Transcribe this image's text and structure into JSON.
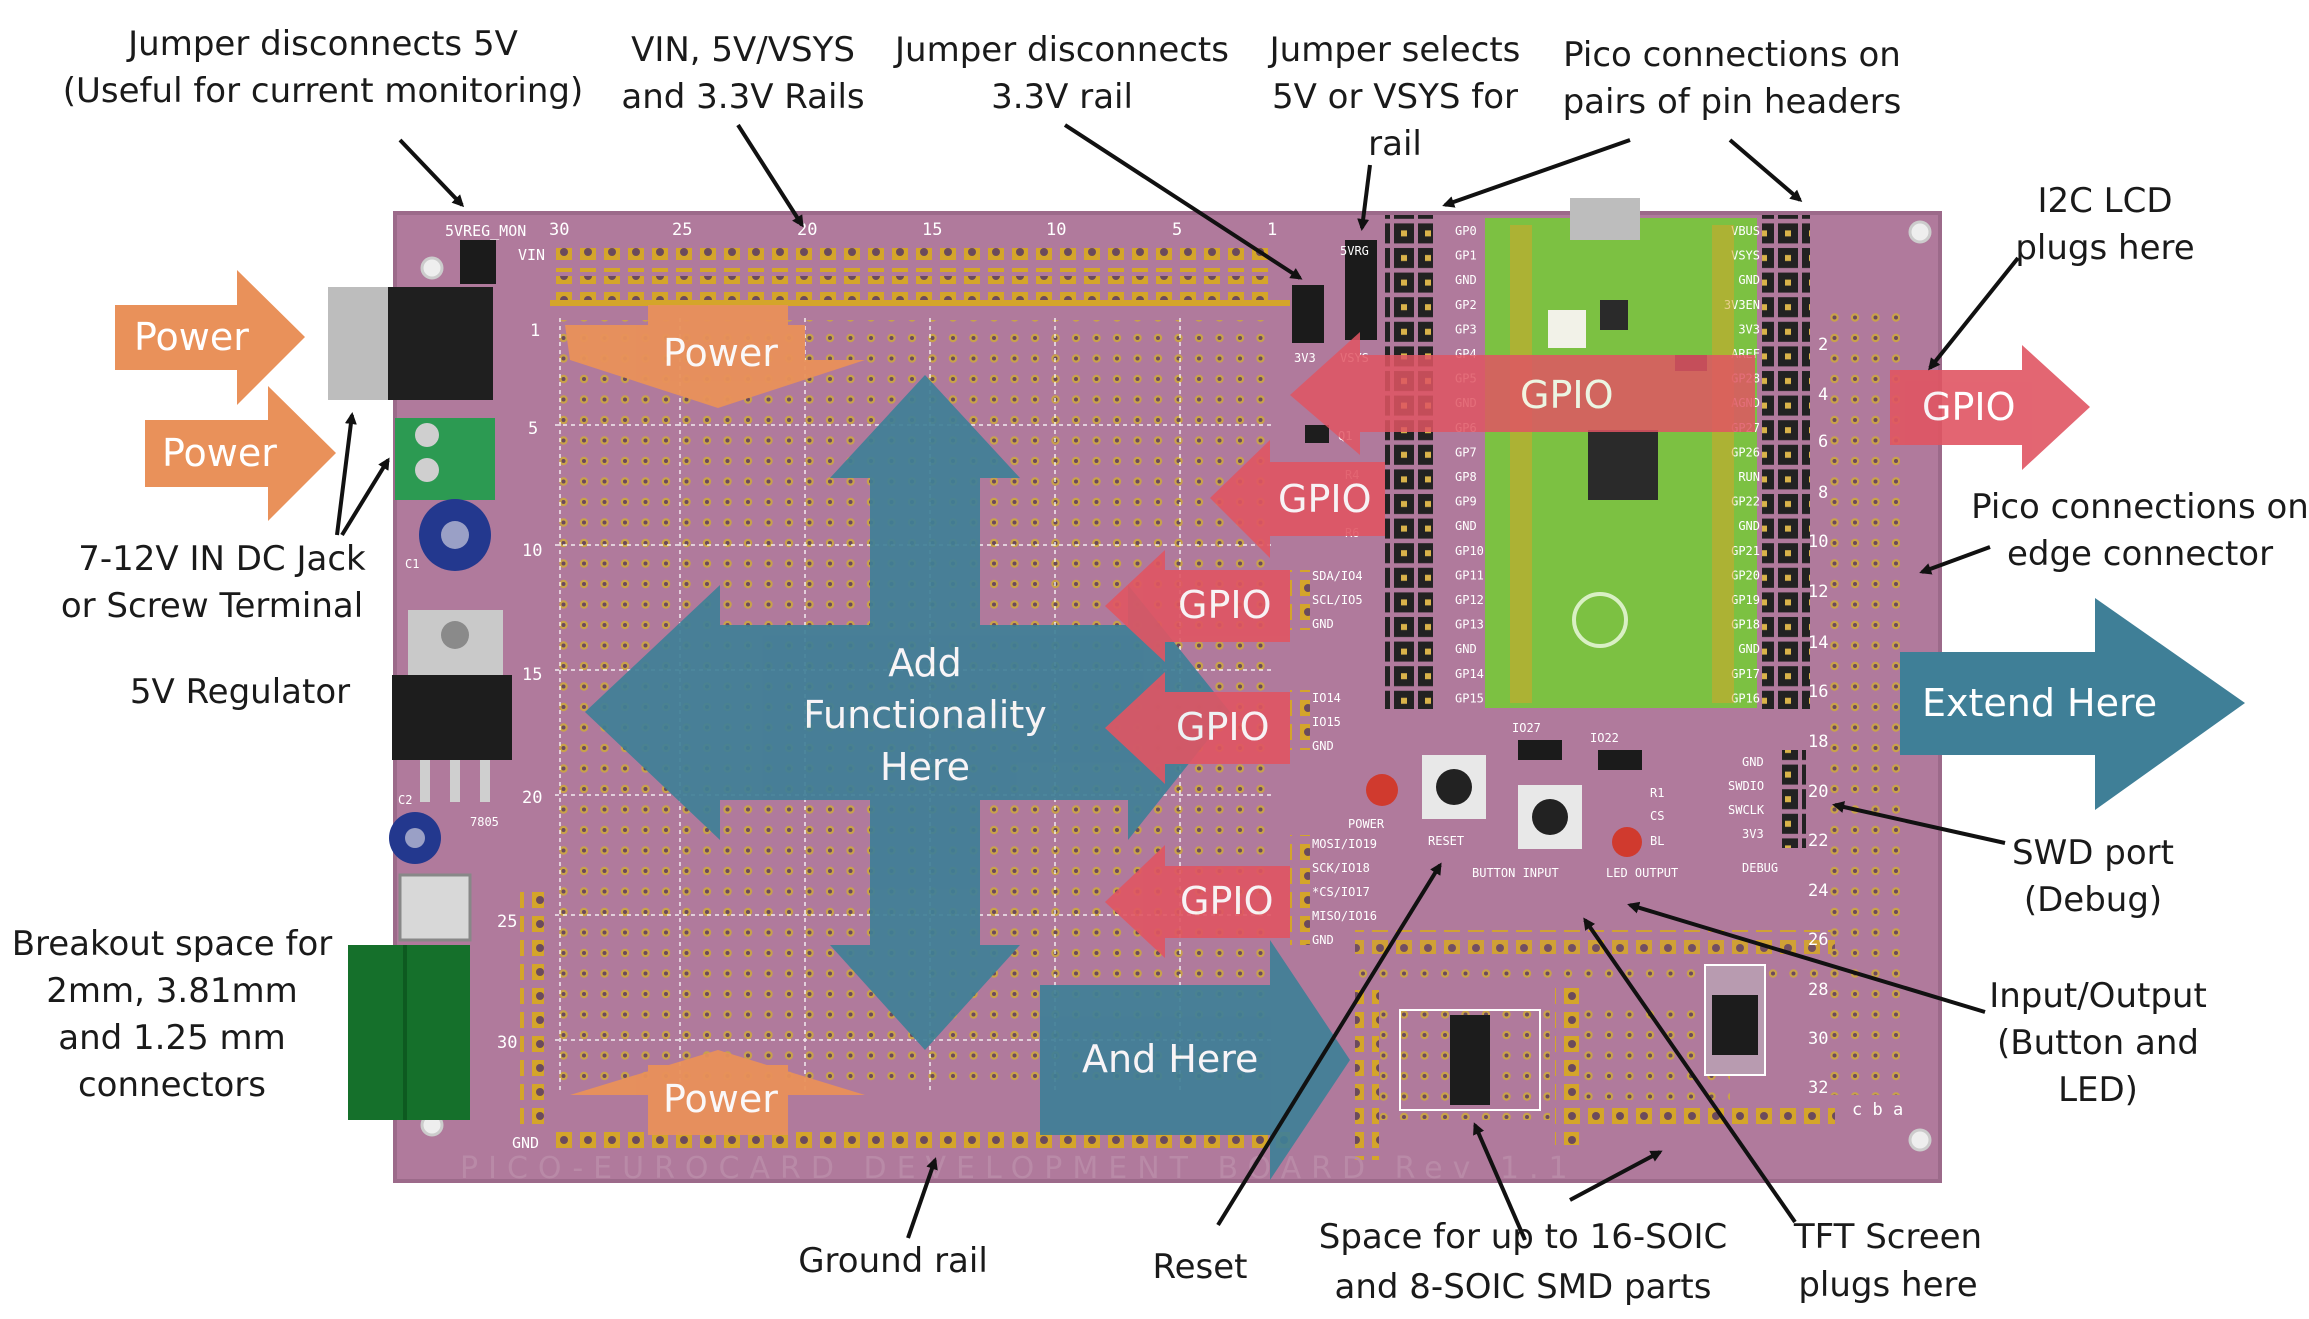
{
  "colors": {
    "board": "#b07a9c",
    "board_edge": "#9c6a8a",
    "power_arrow": "#e9915a",
    "gpio_arrow": "#e05563",
    "extend_arrow": "#3f7f97",
    "pico": "#7cc142",
    "pad": "#d4a52a",
    "header": "#2b2b2b"
  },
  "annotations": {
    "jumper_5v": "Jumper disconnects 5V",
    "jumper_5v_2": "(Useful for current monitoring)",
    "rails_1": "VIN, 5V/VSYS",
    "rails_2": "and 3.3V  Rails",
    "jumper_33_1": "Jumper disconnects",
    "jumper_33_2": "3.3V rail",
    "jumper_sel_1": "Jumper selects",
    "jumper_sel_2": "5V or VSYS for",
    "jumper_sel_3": "rail",
    "pico_pairs_1": "Pico connections on",
    "pico_pairs_2": "pairs of pin headers",
    "i2c_1": "I2C LCD",
    "i2c_2": "plugs here",
    "dc_1": "7-12V IN DC Jack",
    "dc_2": "or Screw Terminal",
    "regulator": "5V Regulator",
    "pico_edge_1": "Pico connections on",
    "pico_edge_2": "edge connector",
    "breakout_1": "Breakout space for",
    "breakout_2": "2mm, 3.81mm",
    "breakout_3": "and 1.25 mm",
    "breakout_4": "connectors",
    "swd_1": "SWD port",
    "swd_2": "(Debug)",
    "io_1": "Input/Output",
    "io_2": "(Button and",
    "io_3": "LED)",
    "ground_rail": "Ground rail",
    "reset": "Reset",
    "soic_1": "Space for up to 16-SOIC",
    "soic_2": "and 8-SOIC SMD parts",
    "tft_1": "TFT Screen",
    "tft_2": "plugs here"
  },
  "arrows": {
    "power": "Power",
    "gpio": "GPIO",
    "add_1": "Add",
    "add_2": "Functionality",
    "add_3": "Here",
    "and_here": "And Here",
    "extend_here": "Extend Here"
  },
  "silkscreen": {
    "svreg_mon": "5VREG_MON",
    "vin": "VIN",
    "gnd": "GND",
    "col_30": "30",
    "col_25": "25",
    "col_20": "20",
    "col_15": "15",
    "col_10": "10",
    "col_5": "5",
    "col_1": "1",
    "row_1": "1",
    "row_5": "5",
    "row_10": "10",
    "row_15": "15",
    "row_20": "20",
    "row_25": "25",
    "row_30": "30",
    "svrg": "5VRG",
    "v33": "3V3",
    "vsys": "VSYS",
    "sda": "SDA/IO4",
    "scl": "SCL/IO5",
    "gnd_i2c": "GND",
    "io14": "IO14",
    "io15": "IO15",
    "gnd_io": "GND",
    "mosi": "MOSI/IO19",
    "sck": "SCK/IO18",
    "cs": "*CS/IO17",
    "miso": "MISO/IO16",
    "gnd_spi": "GND",
    "power_led": "POWER",
    "reset_btn": "RESET",
    "io27": "IO27",
    "io22": "IO22",
    "button_input": "BUTTON INPUT",
    "led_output": "LED OUTPUT",
    "r1": "R1",
    "cs_lbl": "CS",
    "bl": "BL",
    "swd_gnd": "GND",
    "swdio": "SWDIO",
    "swclk": "SWCLK",
    "swd_3v3": "3V3",
    "debug": "DEBUG",
    "c1": "C1",
    "c2": "C2",
    "reg_7805": "7805",
    "r4": "R4",
    "r6": "R6",
    "q1": "Q1",
    "edge_2": "2",
    "edge_4": "4",
    "edge_6": "6",
    "edge_8": "8",
    "edge_10": "10",
    "edge_12": "12",
    "edge_14": "14",
    "edge_16": "16",
    "edge_18": "18",
    "edge_20": "20",
    "edge_22": "22",
    "edge_24": "24",
    "edge_26": "26",
    "edge_28": "28",
    "edge_30": "30",
    "edge_32": "32",
    "cba": "c b a",
    "watermark": "PICO-EUROCARD DEVELOPMENT BOARD  Rev 1.1"
  },
  "pico_left": [
    "GP0",
    "GP1",
    "GND",
    "GP2",
    "GP3",
    "GP4",
    "GP5",
    "GND",
    "GP6",
    "GP7",
    "GP8",
    "GP9",
    "GND",
    "GP10",
    "GP11",
    "GP12",
    "GP13",
    "GND",
    "GP14",
    "GP15"
  ],
  "pico_right": [
    "VBUS",
    "VSYS",
    "GND",
    "3V3EN",
    "3V3",
    "AREF",
    "GP28",
    "AGND",
    "GP27",
    "GP26",
    "RUN",
    "GP22",
    "GND",
    "GP21",
    "GP20",
    "GP19",
    "GP18",
    "GND",
    "GP17",
    "GP16"
  ]
}
